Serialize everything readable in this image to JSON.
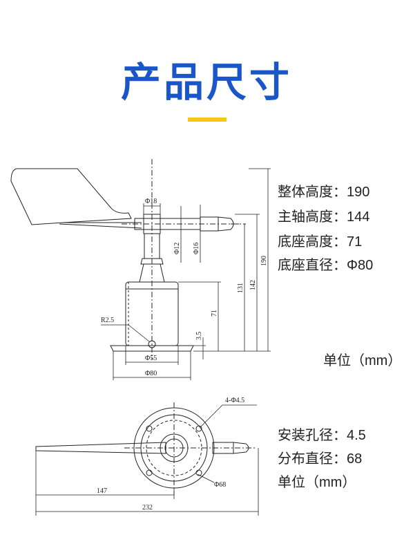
{
  "title": "产品尺寸",
  "accent_color": "#1a56c9",
  "underline_color": "#f5c518",
  "side_view": {
    "specs": [
      {
        "label": "整体高度：",
        "value": "190"
      },
      {
        "label": "主轴高度：",
        "value": "144"
      },
      {
        "label": "底座高度：",
        "value": "71"
      },
      {
        "label": "底座直径：",
        "value": "Φ80"
      }
    ],
    "unit": "单位（mm）",
    "dims": {
      "d18": "Φ18",
      "d12": "Φ12",
      "d16": "Φ16",
      "h190": "190",
      "h142": "142",
      "h131": "131",
      "h71": "71",
      "h3_5": "3.5",
      "r2_5": "R2.5",
      "d55": "Φ55",
      "d80": "Φ80"
    }
  },
  "top_view": {
    "specs": [
      {
        "label": "安装孔径：",
        "value": "4.5"
      },
      {
        "label": "分布直径：",
        "value": "68"
      }
    ],
    "unit": "单位（mm）",
    "dims": {
      "holes": "4-Φ4.5",
      "d68": "Φ68",
      "l147": "147",
      "l232": "232"
    }
  }
}
